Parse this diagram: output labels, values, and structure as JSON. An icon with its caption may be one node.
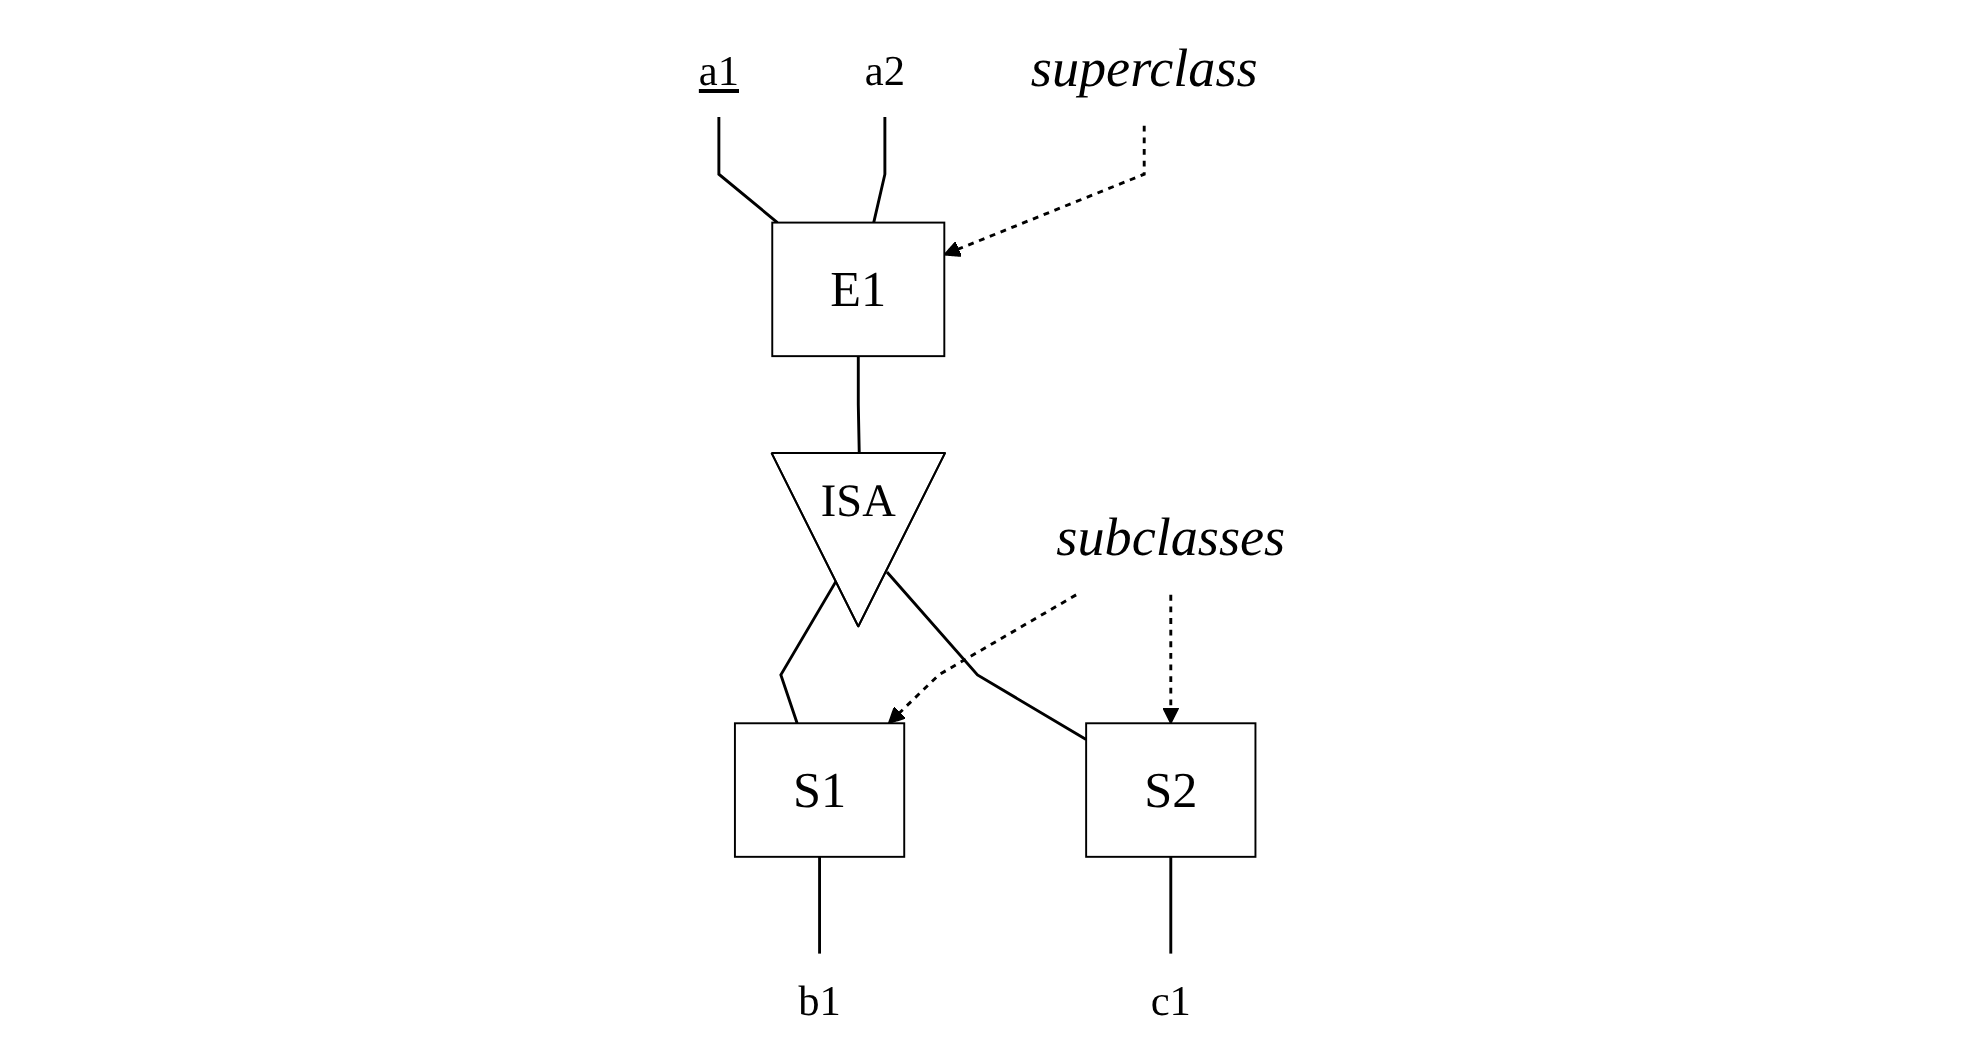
{
  "diagram": {
    "nodes": [
      {
        "text": [
          "a1"
        ]
      },
      {
        "text": [
          "a2"
        ]
      },
      {
        "text": [
          "E1"
        ]
      },
      {
        "text": [
          "ISA"
        ]
      },
      {
        "text": [
          "S1"
        ]
      },
      {
        "text": [
          "S2"
        ]
      },
      {
        "text": [
          "b1"
        ]
      },
      {
        "text": [
          "c1"
        ]
      },
      {
        "text": [
          "superclass"
        ]
      },
      {
        "text": [
          "subclasses"
        ]
      }
    ],
    "edges": [
      {
        "from": 0,
        "to": 2,
        "arrow": "none"
      },
      {
        "from": 1,
        "to": 2,
        "arrow": "none"
      },
      {
        "from": 2,
        "to": 3,
        "arrow": "none"
      },
      {
        "from": 3,
        "to": 4,
        "arrow": "none"
      },
      {
        "from": 3,
        "to": 5,
        "arrow": "none"
      },
      {
        "from": 4,
        "to": 6,
        "arrow": "none"
      },
      {
        "from": 5,
        "to": 7,
        "arrow": "none"
      },
      {
        "from": 8,
        "to": 2,
        "arrow": "to",
        "style": "dashed"
      },
      {
        "from": 9,
        "to": 4,
        "arrow": "to",
        "style": "dashed"
      },
      {
        "from": 9,
        "to": 5,
        "arrow": "to",
        "style": "dashed"
      }
    ]
  }
}
